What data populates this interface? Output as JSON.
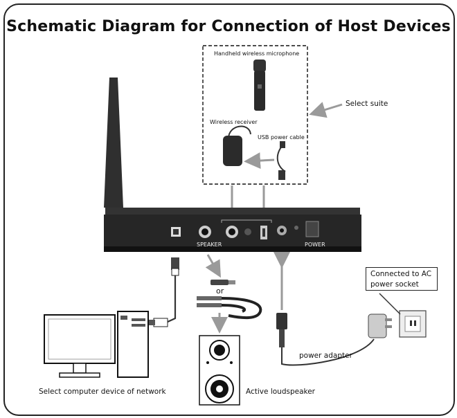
{
  "title": "Schematic Diagram for Connection of Host Devices",
  "labels": {
    "handheld_mic": "Handheld wireless microphone",
    "wireless_receiver": "Wireless receiver",
    "usb_power_cable": "USB power cable",
    "select_suite": "Select suite",
    "speaker_port": "SPEAKER",
    "power_port": "POWER",
    "or": "or",
    "connected_ac": "Connected to AC power socket",
    "power_adapter": "power adapter",
    "computer": "Select computer device of network",
    "loudspeaker": "Active loudspeaker"
  },
  "colors": {
    "device_body": "#2a2a2a",
    "arrow_gray": "#9a9a9a",
    "border": "#222222"
  }
}
